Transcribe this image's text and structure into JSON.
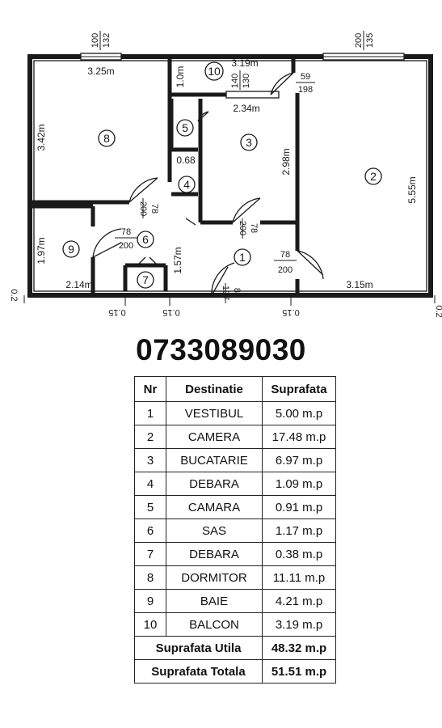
{
  "plan": {
    "rooms": [
      {
        "nr": "1",
        "dims": []
      },
      {
        "nr": "2",
        "dims": [
          "5.55m",
          "3.15m"
        ]
      },
      {
        "nr": "3",
        "dims": [
          "2.34m",
          "2.98m"
        ]
      },
      {
        "nr": "4",
        "dims": [
          "0.68"
        ]
      },
      {
        "nr": "5",
        "dims": []
      },
      {
        "nr": "6",
        "dims": []
      },
      {
        "nr": "7",
        "dims": []
      },
      {
        "nr": "8",
        "dims": [
          "3.25m",
          "3.42m"
        ]
      },
      {
        "nr": "9",
        "dims": [
          "1.97m",
          "2.14m"
        ]
      },
      {
        "nr": "10",
        "dims": [
          "3.19m",
          "1.0m"
        ]
      }
    ],
    "extra_dims": [
      "1.57m"
    ],
    "windows": [
      {
        "w": "100",
        "h": "132"
      },
      {
        "w": "200",
        "h": "135"
      },
      {
        "w": "140",
        "h": "130"
      },
      {
        "w": "59",
        "h": "198"
      }
    ],
    "doors": [
      {
        "w": "78",
        "h": "200"
      },
      {
        "w": "78",
        "h": "200"
      },
      {
        "w": "78",
        "h": "200"
      },
      {
        "w": "78",
        "h": "200"
      },
      {
        "w": "84",
        "h": "197"
      }
    ],
    "wall_marks": [
      "0.2",
      "0.15",
      "0.15",
      "0.15",
      "0.2"
    ]
  },
  "phone": "0733089030",
  "table": {
    "headers": [
      "Nr",
      "Destinatie",
      "Suprafata"
    ],
    "rows": [
      {
        "nr": "1",
        "dest": "VESTIBUL",
        "sup": "5.00 m.p"
      },
      {
        "nr": "2",
        "dest": "CAMERA",
        "sup": "17.48 m.p"
      },
      {
        "nr": "3",
        "dest": "BUCATARIE",
        "sup": "6.97 m.p"
      },
      {
        "nr": "4",
        "dest": "DEBARA",
        "sup": "1.09 m.p"
      },
      {
        "nr": "5",
        "dest": "CAMARA",
        "sup": "0.91 m.p"
      },
      {
        "nr": "6",
        "dest": "SAS",
        "sup": "1.17 m.p"
      },
      {
        "nr": "7",
        "dest": "DEBARA",
        "sup": "0.38 m.p"
      },
      {
        "nr": "8",
        "dest": "DORMITOR",
        "sup": "11.11 m.p"
      },
      {
        "nr": "9",
        "dest": "BAIE",
        "sup": "4.21 m.p"
      },
      {
        "nr": "10",
        "dest": "BALCON",
        "sup": "3.19 m.p"
      }
    ],
    "totals": [
      {
        "label": "Suprafata Utila",
        "value": "48.32 m.p"
      },
      {
        "label": "Suprafata Totala",
        "value": "51.51 m.p"
      }
    ]
  }
}
